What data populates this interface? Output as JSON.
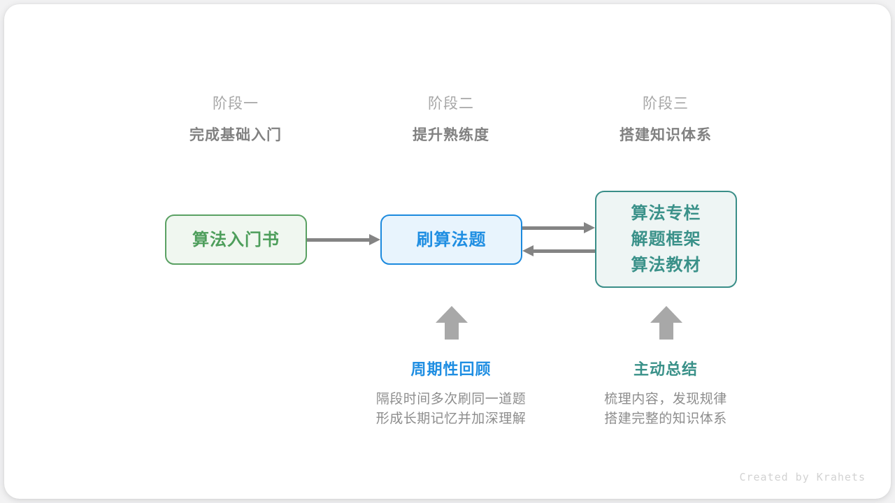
{
  "stages": [
    {
      "index_label": "阶段一",
      "title": "完成基础入门"
    },
    {
      "index_label": "阶段二",
      "title": "提升熟练度"
    },
    {
      "index_label": "阶段三",
      "title": "搭建知识体系"
    }
  ],
  "nodes": {
    "book": {
      "lines": [
        "算法入门书"
      ],
      "border_color": "#5aa163",
      "fill_color": "#f0f7f0",
      "text_color": "#4d9e5b"
    },
    "practice": {
      "lines": [
        "刷算法题"
      ],
      "border_color": "#1c8ade",
      "fill_color": "#e8f4fd",
      "text_color": "#1f8ee2"
    },
    "system": {
      "lines": [
        "算法专栏",
        "解题框架",
        "算法教材"
      ],
      "border_color": "#3a8e88",
      "fill_color": "#eef5f4",
      "text_color": "#3a9189"
    }
  },
  "annotations": [
    {
      "title": "周期性回顾",
      "color": "#1f8ee2",
      "desc_lines": [
        "隔段时间多次刷同一道题",
        "形成长期记忆并加深理解"
      ]
    },
    {
      "title": "主动总结",
      "color": "#3a9189",
      "desc_lines": [
        "梳理内容，发现规律",
        "搭建完整的知识体系"
      ]
    }
  ],
  "arrow_color": "#848484",
  "up_arrow_color": "#a8a8a8",
  "credit": "Created by Krahets"
}
